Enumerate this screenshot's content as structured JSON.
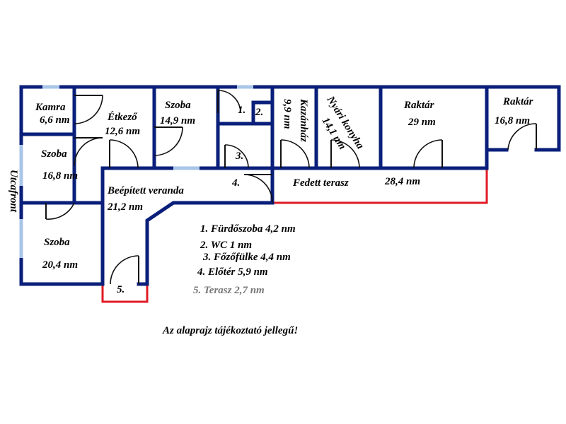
{
  "rooms": {
    "kamra_name": "Kamra",
    "kamra_area": "6,6 nm",
    "etkezo_name": "Étkező",
    "etkezo_area": "12,6 nm",
    "szoba1_name": "Szoba",
    "szoba1_area": "14,9 nm",
    "szoba2_name": "Szoba",
    "szoba2_area": "16,8 nm",
    "szoba3_name": "Szoba",
    "szoba3_area": "20,4 nm",
    "veranda_name": "Beépített veranda",
    "veranda_area": "21,2 nm",
    "kazanhaz_name": "Kazánház",
    "kazanhaz_area": "9,9 nm",
    "nyari_name": "Nyári konyha",
    "nyari_area": "14,1 nm",
    "raktar1_name": "Raktár",
    "raktar1_area": "29 nm",
    "raktar2_name": "Raktár",
    "raktar2_area": "16,8 nm",
    "fedett_name": "Fedett terasz",
    "fedett_area": "28,4 nm",
    "num1": "1.",
    "num2": "2.",
    "num3": "3.",
    "num4": "4.",
    "num5": "5."
  },
  "street_label": "Utcafront",
  "legend": [
    "1. Fürdőszoba 4,2 nm",
    "2. WC 1 nm",
    "3. Főzőfülke 4,4 nm",
    "4. Előtér 5,9 nm",
    "5. Terasz 2,7 nm"
  ],
  "note": "Az alaprajz tájékoztató jellegű!",
  "colors": {
    "wall": "#0a1f7a",
    "terrace_outline": "#e01b24",
    "window": "#a9c6e8"
  }
}
